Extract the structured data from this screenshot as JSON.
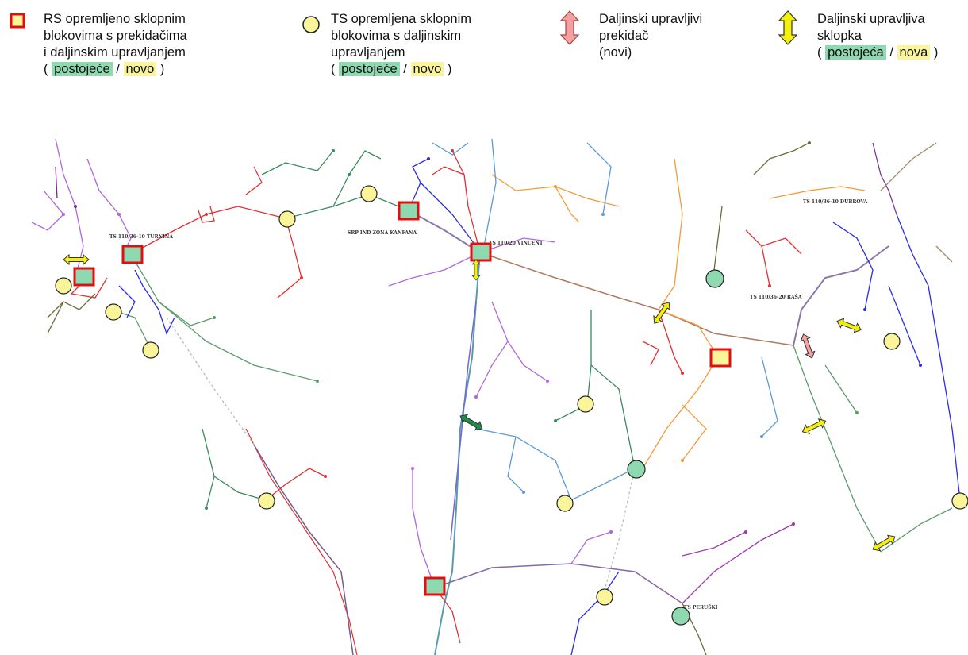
{
  "legend": {
    "rs": {
      "lines": [
        "RS opremljeno sklopnim",
        "blokovima s prekidačima",
        "i daljinskim upravljanjem"
      ],
      "open": "(",
      "existing": "postojeće",
      "slash": "/",
      "new": "novo",
      "close": ")"
    },
    "ts": {
      "lines": [
        "TS opremljena sklopnim",
        "blokovima s daljinskim",
        "upravljanjem"
      ],
      "open": "(",
      "existing": "postojeće",
      "slash": "/",
      "new": "novo",
      "close": ")"
    },
    "breaker": {
      "lines": [
        "Daljinski upravljivi",
        "prekidač",
        "(novi)"
      ]
    },
    "switch": {
      "lines": [
        "Daljinski upravljiva",
        "sklopka"
      ],
      "open": "(",
      "existing": "postojeća",
      "slash": "/",
      "new": "nova",
      "close": ")"
    }
  },
  "colors": {
    "existing": "#8fd9b0",
    "new": "#fbf59a",
    "rs_border": "#e01010",
    "breaker": "#f4a0a0",
    "switch_new": "#f5f00a",
    "switch_existing": "#1e8e4e"
  },
  "map": {
    "stations": {
      "turnina": "TS 110/36-10 TURNINA",
      "kanfana": "SRP IND ZONA KANFANA",
      "vincent": "TS 110/20 VINCENT",
      "dubrova": "TS 110/36-10 DUBROVA",
      "rasa": "TS 110/36-20 RAŠA",
      "peruski": "TS PERUŠKI"
    }
  }
}
